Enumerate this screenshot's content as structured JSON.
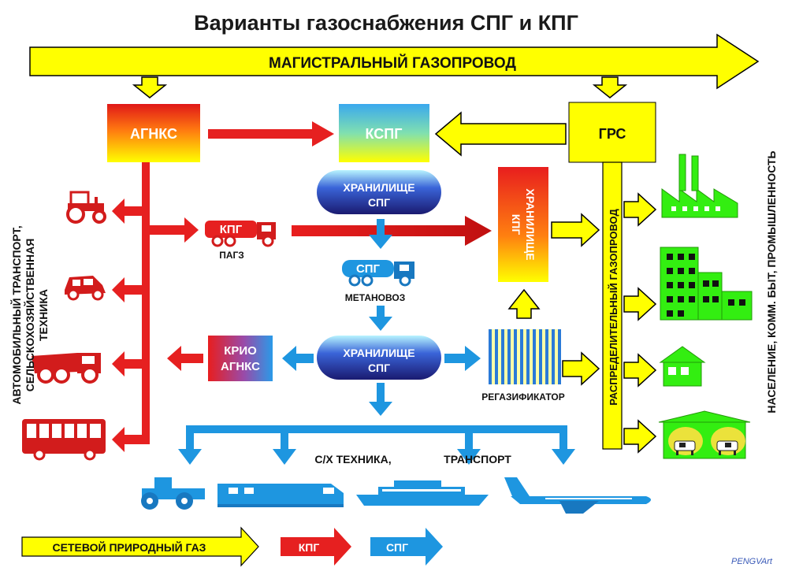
{
  "title": "Варианты газоснабжения СПГ и КПГ",
  "main_pipeline": "МАГИСТРАЛЬНЫЙ  ГАЗОПРОВОД",
  "boxes": {
    "agnks": "АГНКС",
    "kspg": "КСПГ",
    "grs": "ГРС",
    "storage_top_line1": "ХРАНИЛИЩЕ",
    "storage_top_line2": "СПГ",
    "storage_mid_line1": "ХРАНИЛИЩЕ",
    "storage_mid_line2": "СПГ",
    "storage_kpg_line1": "ХРАНИЛИЩЕ",
    "storage_kpg_line2": "КПГ",
    "krio_line1": "КРИО",
    "krio_line2": "АГНКС"
  },
  "vehicles": {
    "pagz_tank_label": "КПГ",
    "pagz_caption": "ПАГЗ",
    "metanovoz_tank_label": "СПГ",
    "metanovoz_caption": "МЕТАНОВОЗ"
  },
  "regasifier": "РЕГАЗИФИКАТОР",
  "distribution_pipeline": "РАСПРЕДЕЛИТЕЛЬНЫЙ  ГАЗОПРОВОД",
  "left_side_line1": "АВТОМОБИЛЬНЫЙ  ТРАНСПОРТ,",
  "left_side_line2": "СЕЛЬСКОХОЗЯЙСТВЕННАЯ",
  "left_side_line3": "ТЕХНИКА",
  "right_side": "НАСЕЛЕНИЕ, КОММ. БЫТ, ПРОМЫШЛЕННОСТЬ",
  "bottom_caption_1": "С/Х ТЕХНИКА,",
  "bottom_caption_2": "ТРАНСПОРТ",
  "legend": {
    "network_gas": "СЕТЕВОЙ ПРИРОДНЫЙ ГАЗ",
    "kpg": "КПГ",
    "spg": "СПГ"
  },
  "credit": "PENGVArt",
  "colors": {
    "yellow": "#ffff00",
    "red": "#e62020",
    "blue": "#1e96e0",
    "green": "#33ee11",
    "navy": "#1a2a88"
  }
}
